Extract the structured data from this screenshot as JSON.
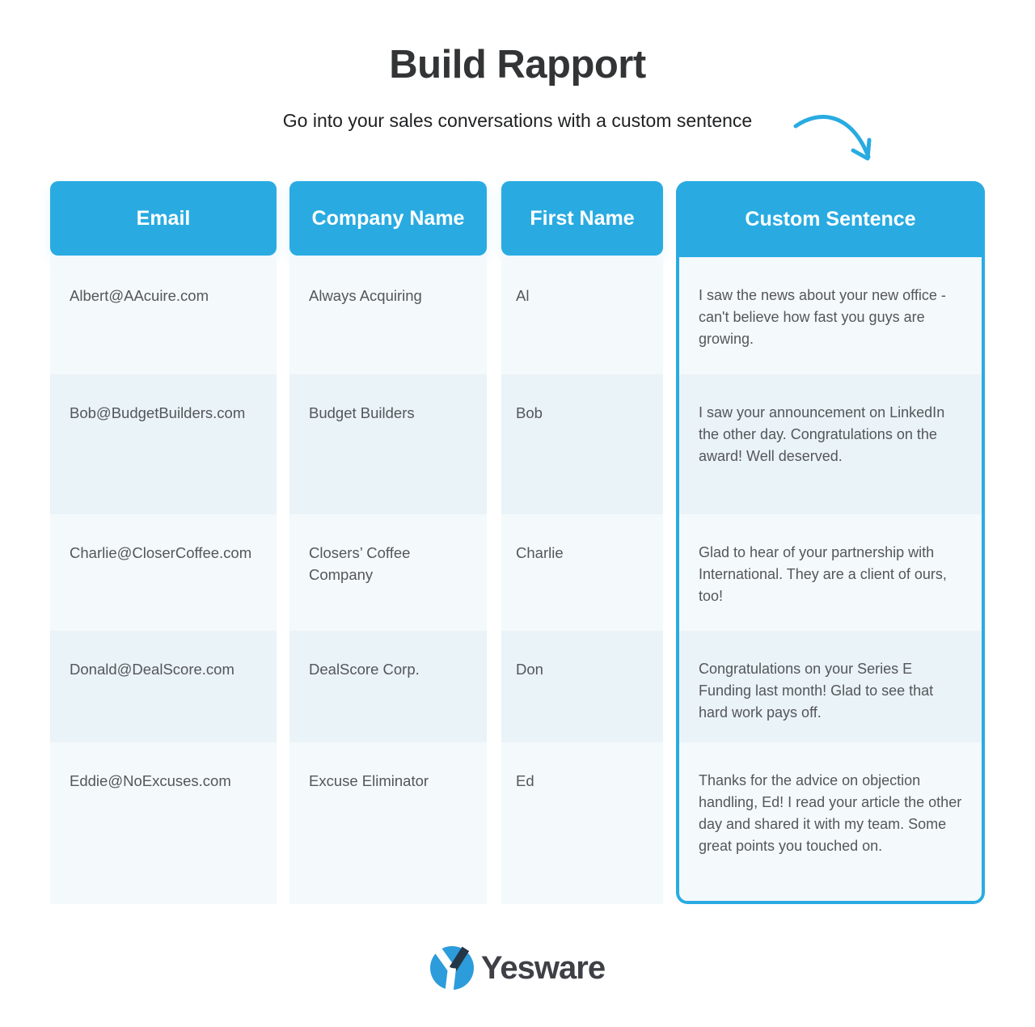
{
  "header": {
    "title": "Build Rapport",
    "subtitle": "Go into your sales conversations with a custom sentence"
  },
  "table": {
    "columns": [
      {
        "label": "Email"
      },
      {
        "label": "Company Name"
      },
      {
        "label": "First Name"
      },
      {
        "label": "Custom Sentence"
      }
    ],
    "rows": [
      {
        "email": "Albert@AAcuire.com",
        "company": "Always Acquiring",
        "first_name": "Al",
        "custom_sentence": "I saw the news about your new office - can't believe how fast you guys are growing."
      },
      {
        "email": "Bob@BudgetBuilders.com",
        "company": "Budget Builders",
        "first_name": "Bob",
        "custom_sentence": "I saw your announcement on LinkedIn the other day. Congratulations on the award! Well deserved."
      },
      {
        "email": "Charlie@CloserCoffee.com",
        "company": "Closers’ Coffee Company",
        "first_name": "Charlie",
        "custom_sentence": "Glad to hear of your partnership with International. They are a client of ours, too!"
      },
      {
        "email": "Donald@DealScore.com",
        "company": "DealScore Corp.",
        "first_name": "Don",
        "custom_sentence": "Congratulations on your Series E Funding last month! Glad to see that hard work pays off."
      },
      {
        "email": "Eddie@NoExcuses.com",
        "company": "Excuse Eliminator",
        "first_name": "Ed",
        "custom_sentence": "Thanks for the advice on objection handling, Ed! I read your article the other day and shared it with my team. Some great points you touched on."
      }
    ]
  },
  "footer": {
    "brand": "Yesware"
  },
  "colors": {
    "accent_blue": "#29ABE2",
    "row_light": "#F4F9FB",
    "row_dark": "#EAF3F7",
    "title_text": "#333436",
    "cell_text": "#54565B",
    "logo_navy": "#253746"
  }
}
